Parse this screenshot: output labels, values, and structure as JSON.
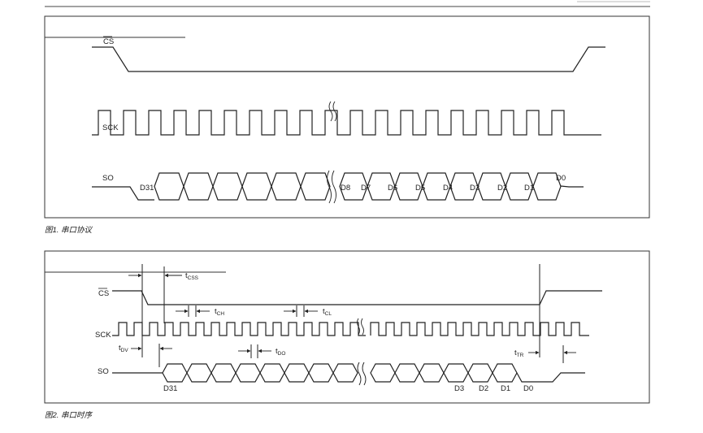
{
  "figure1": {
    "caption": "图1. 串口协议",
    "signals": {
      "cs": "CS",
      "sck": "SCK",
      "so": "SO"
    },
    "data_labels": [
      "D31",
      "D8",
      "D7",
      "D6",
      "D5",
      "D4",
      "D3",
      "D2",
      "D1",
      "D0"
    ]
  },
  "figure2": {
    "caption": "图2. 串口时序",
    "signals": {
      "cs": "CS",
      "sck": "SCK",
      "so": "SO"
    },
    "timing": {
      "tcss": {
        "main": "t",
        "sub": "CSS"
      },
      "tch": {
        "main": "t",
        "sub": "CH"
      },
      "tcl": {
        "main": "t",
        "sub": "CL"
      },
      "tdv": {
        "main": "t",
        "sub": "DV"
      },
      "tdo": {
        "main": "t",
        "sub": "DO"
      },
      "ttr": {
        "main": "t",
        "sub": "TR"
      }
    },
    "data_labels": [
      "D31",
      "D3",
      "D2",
      "D1",
      "D0"
    ]
  }
}
